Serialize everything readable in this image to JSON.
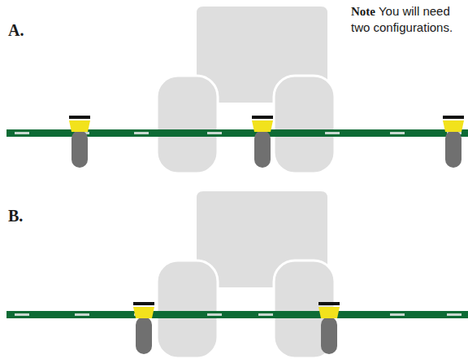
{
  "diagram": {
    "labels": [
      "A.",
      "Note",
      "You will need two configurations.",
      "B."
    ]
  }
}
